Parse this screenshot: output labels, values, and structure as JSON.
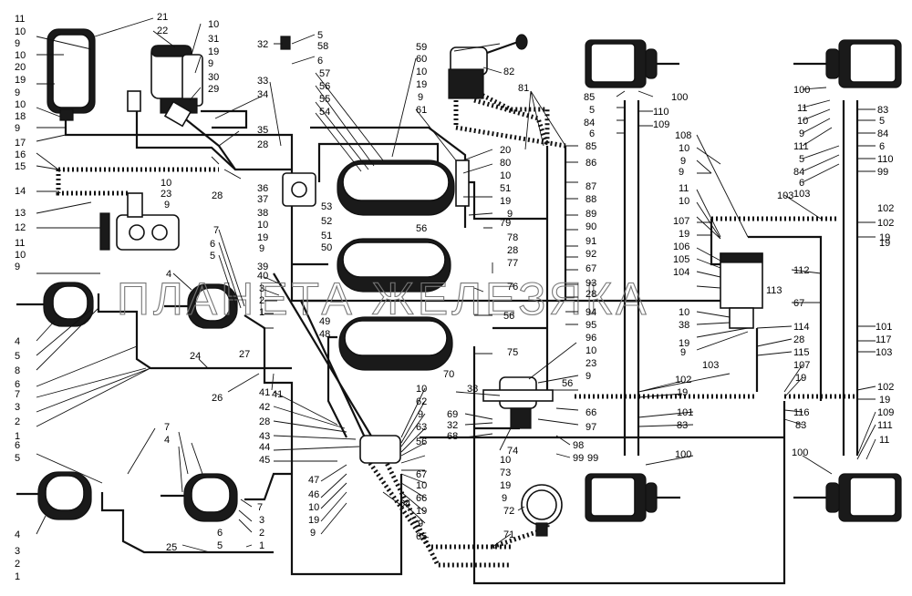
{
  "watermark": "ПЛАНЕТА ЖЕЛЕЗЯКА",
  "colors": {
    "ink": "#111111",
    "paper": "#ffffff",
    "watermark": "#777777"
  },
  "callouts": {
    "l1": "11",
    "l2": "10",
    "l3": "9",
    "l4": "10",
    "l5": "20",
    "l6": "19",
    "l7": "9",
    "l8": "10",
    "l9": "18",
    "l10": "9",
    "l11": "17",
    "l12": "16",
    "l13": "15",
    "l14": "14",
    "l15": "13",
    "l16": "12",
    "l17": "11",
    "l18": "10",
    "l19": "9",
    "l20": "4",
    "l21": "5",
    "l22": "8",
    "l23": "6",
    "l24": "7",
    "l25": "3",
    "l26": "2",
    "l27": "1",
    "l28": "6",
    "l29": "5",
    "l30": "4",
    "l31": "3",
    "l32": "2",
    "l33": "1",
    "t21": "21",
    "t22": "22",
    "t10a": "10",
    "t31": "31",
    "t19a": "19",
    "t9a": "9",
    "t30": "30",
    "t29": "29",
    "t32": "32",
    "t33": "33",
    "t34": "34",
    "t35": "35",
    "t28a": "28",
    "t36": "36",
    "t28b": "28",
    "t10b": "10",
    "t23a": "23",
    "t9b": "9",
    "t7a": "7",
    "t6a": "6",
    "t5a": "5",
    "t4a": "4",
    "t39": "39",
    "t40": "40",
    "t3a": "3",
    "t2a": "2",
    "t1a": "1",
    "t27": "27",
    "t24": "24",
    "t26": "26",
    "t41a": "41",
    "t5b": "5",
    "t58": "58",
    "t6b": "6",
    "t57": "57",
    "t56a": "56",
    "t55": "55",
    "t54": "54",
    "t60": "60",
    "t10c": "10",
    "t19b": "19",
    "t9c": "9",
    "t61": "61",
    "t37": "37",
    "t38a": "38",
    "t10d": "10",
    "t19c": "19",
    "t9d": "9",
    "t50": "50",
    "t51a": "51",
    "t53": "53",
    "t52": "52",
    "t56b": "56",
    "t20": "20",
    "t80": "80",
    "t10e": "10",
    "t51b": "51",
    "t19d": "19",
    "t9e": "9",
    "t79": "79",
    "t78": "78",
    "t28c": "28",
    "t77": "77",
    "t76": "76",
    "t49": "49",
    "t48": "48",
    "t56c": "56",
    "t70": "70",
    "t59": "59",
    "t82": "82",
    "t81": "81",
    "t85a": "85",
    "t86": "86",
    "t87": "87",
    "t88": "88",
    "t89": "89",
    "t90": "90",
    "t91": "91",
    "t92": "92",
    "t67a": "67",
    "t93": "93",
    "t28d": "28",
    "t94": "94",
    "t95": "95",
    "t75": "75",
    "t96": "96",
    "t10f": "10",
    "t23b": "23",
    "t9f": "9",
    "t56d": "56",
    "t38b": "38",
    "t66a": "66",
    "t97": "97",
    "t69": "69",
    "t32b": "32",
    "t68": "68",
    "t74": "74",
    "t98": "98",
    "t99a": "99",
    "t10g": "10",
    "t62": "62",
    "t9g": "9",
    "t63": "63",
    "t56e": "56",
    "t67b": "67",
    "t10h": "10",
    "t66b": "66",
    "t19e": "19",
    "t9h": "9",
    "t64": "64",
    "t65": "65",
    "t71": "71",
    "t72": "72",
    "t73": "73",
    "t10i": "10",
    "t19f": "19",
    "t9i": "9",
    "t41b": "41",
    "t42": "42",
    "t28e": "28",
    "t43": "43",
    "t44": "44",
    "t45": "45",
    "t47": "47",
    "t46": "46",
    "t10j": "10",
    "t19g": "19",
    "t9j": "9",
    "t7b": "7",
    "t4b": "4",
    "t7c": "7",
    "t3b": "3",
    "t6c": "6",
    "t5c": "5",
    "t2b": "2",
    "t1b": "1",
    "t25": "25",
    "t85b": "85",
    "t5d": "5",
    "t84a": "84",
    "t6d": "6",
    "t100a": "100",
    "t110a": "110",
    "t109a": "109",
    "t108": "108",
    "t10k": "10",
    "t9k": "9",
    "t11a": "11",
    "t10l": "10",
    "t9l": "9",
    "t107a": "107",
    "t19h": "19",
    "t106": "106",
    "t105": "105",
    "t104": "104",
    "t113": "113",
    "t10m": "10",
    "t38c": "38",
    "t19i": "19",
    "t9m": "9",
    "t103a": "103",
    "t102a": "102",
    "t19j": "19",
    "t112": "112",
    "t67c": "67",
    "t114": "114",
    "t28f": "28",
    "t115": "115",
    "t101a": "101",
    "t117": "117",
    "t103b": "103",
    "t100b": "100",
    "t11b": "11",
    "t10n": "10",
    "t9n": "9",
    "t111a": "111",
    "t5e": "5",
    "t84b": "84",
    "t6e": "6",
    "t83a": "83",
    "t5f": "5",
    "t84c": "84",
    "t6f": "6",
    "t110b": "110",
    "t99b": "99",
    "t103c": "103",
    "t102b": "102",
    "t19k": "19",
    "t103d": "103",
    "t102c": "102",
    "t19l": "19",
    "t107b": "107",
    "t19m": "19",
    "t116": "116",
    "t83b": "83",
    "t102d": "102",
    "t19n": "19",
    "t101b": "101",
    "t83c": "83",
    "t100c": "100",
    "t99c": "99",
    "t109b": "109",
    "t111b": "111",
    "t11c": "11",
    "t100d": "100"
  }
}
